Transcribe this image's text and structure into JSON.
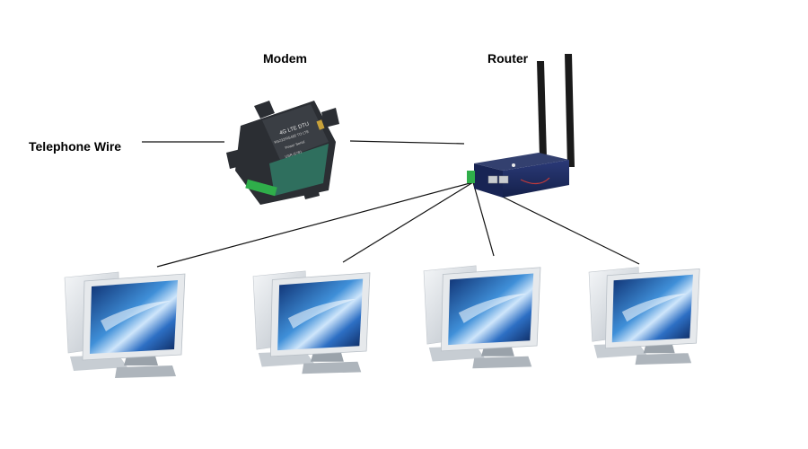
{
  "labels": {
    "telephone_wire": "Telephone Wire",
    "modem": "Modem",
    "router": "Router"
  },
  "modem_device": {
    "line1": "4G LTE DTU",
    "line2": "RS232/RS485 TO LTE",
    "line3": "Power Serial",
    "line4": "USR-G781"
  },
  "computers": [
    {
      "id": 1
    },
    {
      "id": 2
    },
    {
      "id": 3
    },
    {
      "id": 4
    }
  ],
  "colors": {
    "line": "#111111",
    "modem_body": "#2b2e33",
    "modem_face": "#2f6f5e",
    "router_body": "#1f2a5a",
    "antenna": "#1a1a1a",
    "terminal_green": "#2fae4a",
    "screen_blue": "#1a4fa8",
    "monitor_frame": "#d9dde2"
  }
}
